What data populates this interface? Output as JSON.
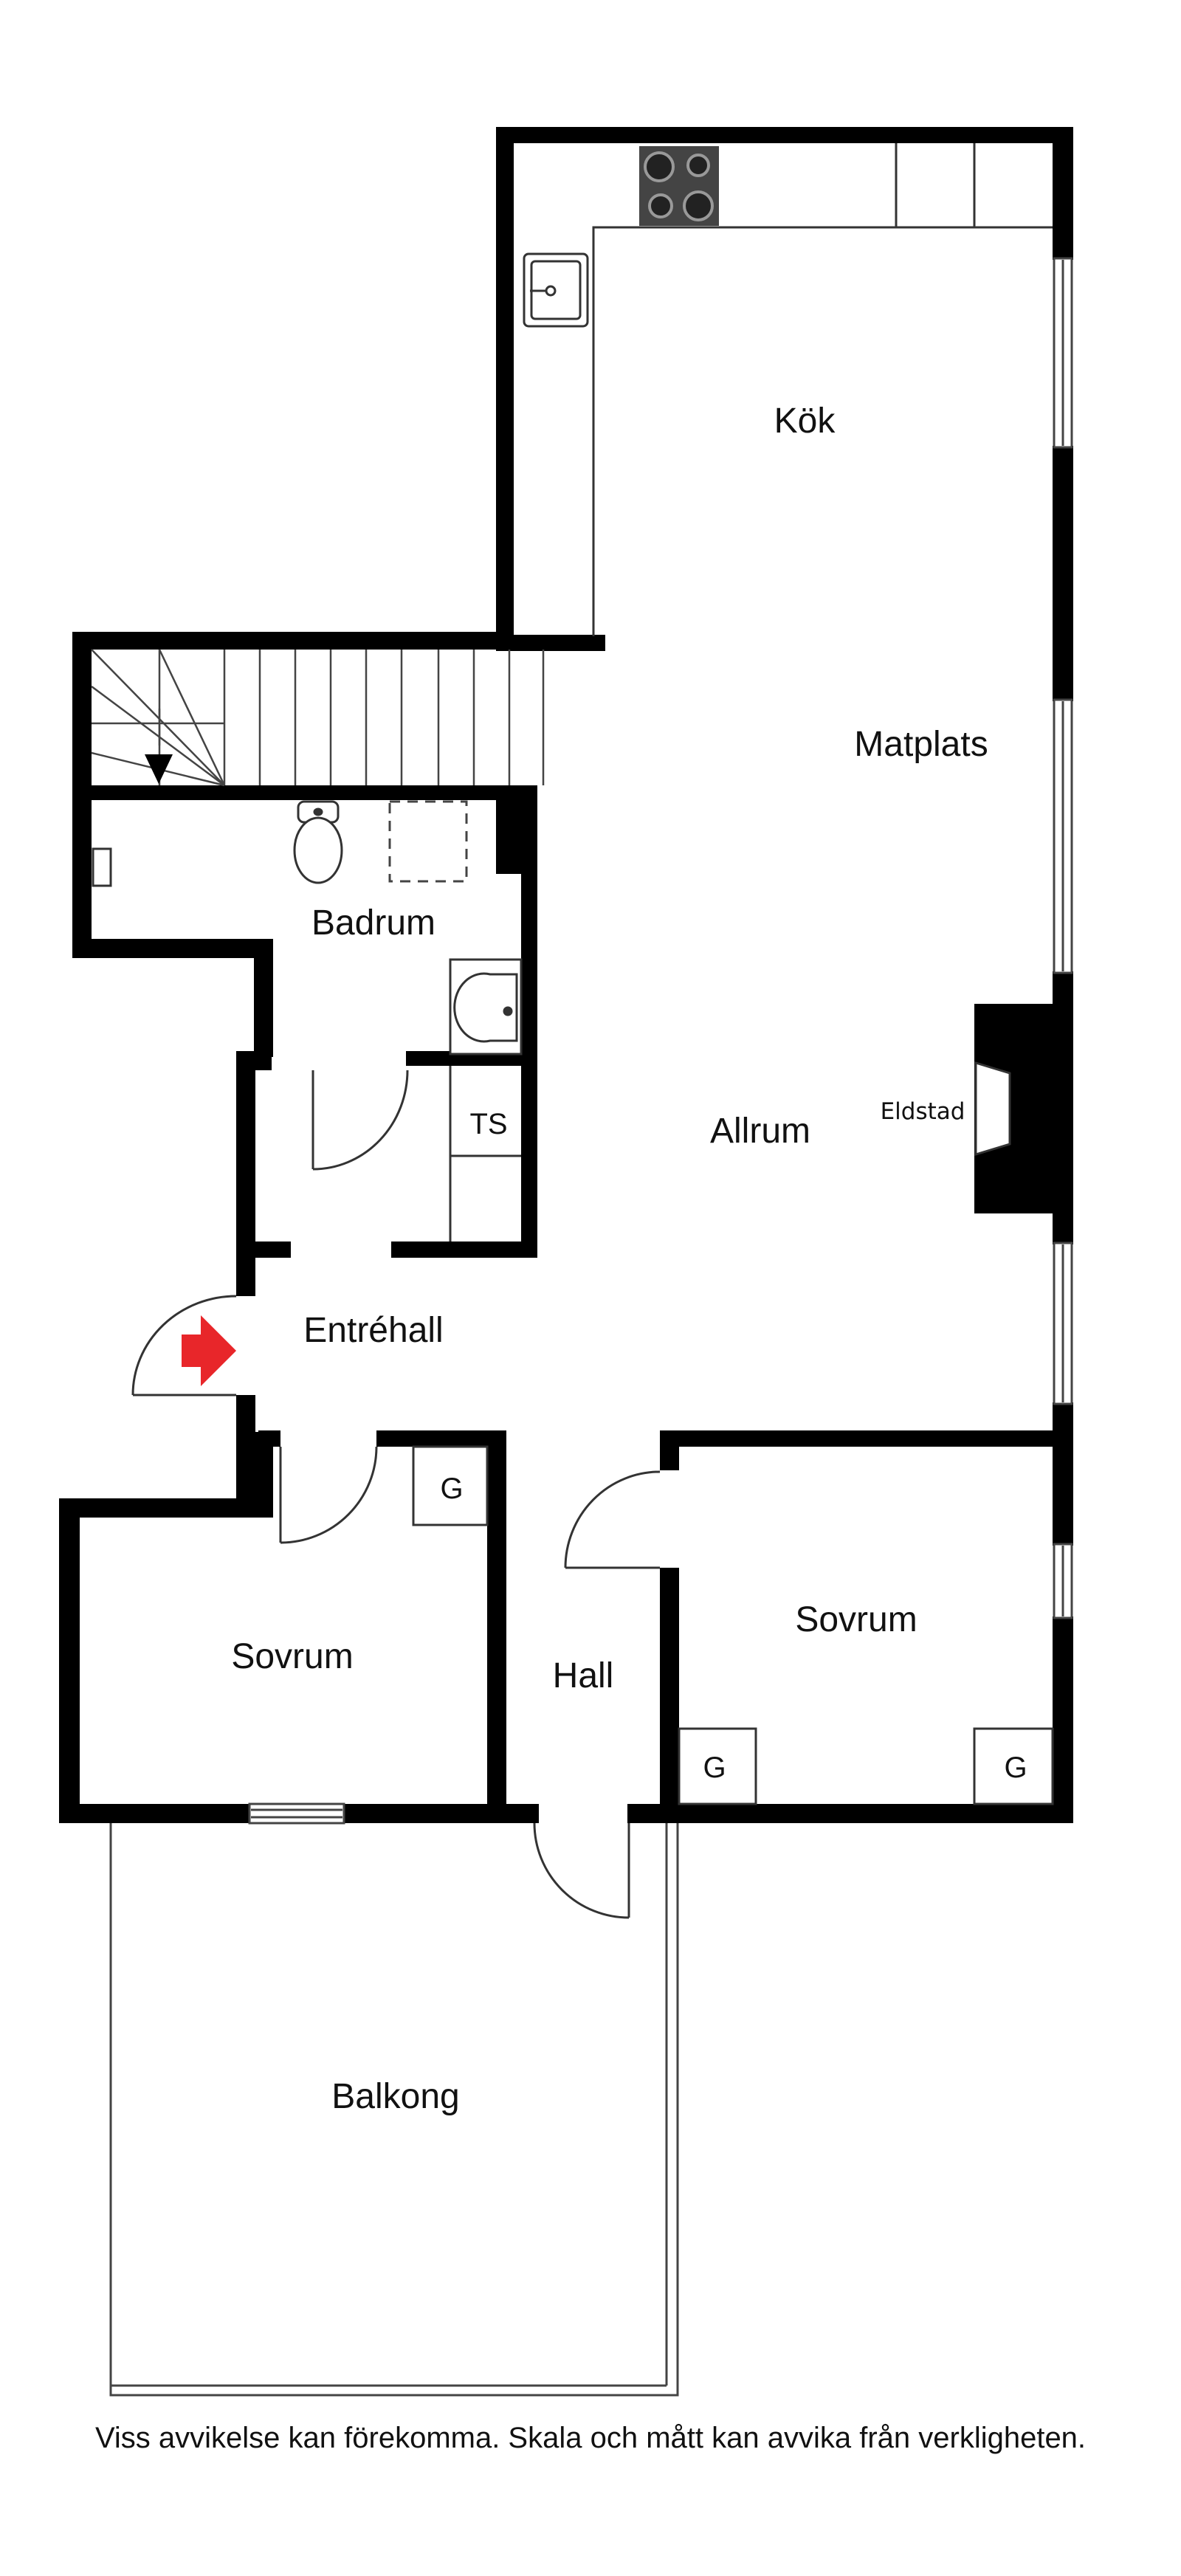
{
  "rooms": {
    "kok": "Kök",
    "matplats": "Matplats",
    "badrum": "Badrum",
    "allrum": "Allrum",
    "eldstad": "Eldstad",
    "ts": "TS",
    "entrehall": "Entréhall",
    "sovrum_left": "Sovrum",
    "sovrum_right": "Sovrum",
    "hall": "Hall",
    "balkong": "Balkong",
    "g1": "G",
    "g2": "G",
    "g3": "G"
  },
  "disclaimer": "Viss avvikelse kan förekomma. Skala och mått kan avvika från verkligheten.",
  "colors": {
    "wall": "#000000",
    "entrance_arrow": "#e8262a"
  },
  "icons": [
    "stove-icon",
    "sink-icon",
    "toilet-icon",
    "washbasin-icon",
    "entrance-arrow-icon",
    "stairs-down-arrow-icon"
  ]
}
